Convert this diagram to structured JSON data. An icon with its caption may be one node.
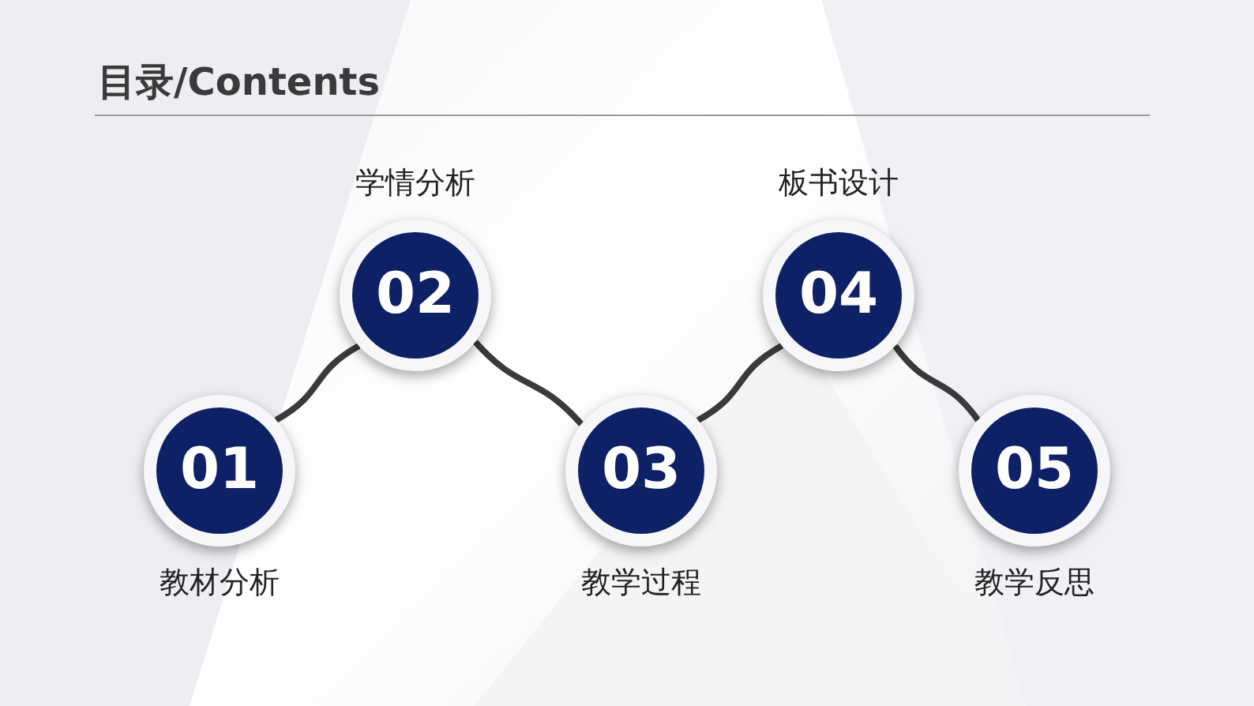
{
  "diagram": {
    "title": "目录/Contents",
    "nodes": [
      {
        "text": [
          "01"
        ],
        "beside": [
          "教材分析"
        ]
      },
      {
        "text": [
          "02"
        ],
        "beside": [
          "学情分析"
        ]
      },
      {
        "text": [
          "03"
        ],
        "beside": [
          "教学过程"
        ]
      },
      {
        "text": [
          "04"
        ],
        "beside": [
          "板书设计"
        ]
      },
      {
        "text": [
          "05"
        ],
        "beside": [
          "教学反思"
        ]
      }
    ],
    "edges": [
      {
        "from": 0,
        "to": 1,
        "arrow": "none"
      },
      {
        "from": 1,
        "to": 2,
        "arrow": "none"
      },
      {
        "from": 2,
        "to": 3,
        "arrow": "none"
      },
      {
        "from": 3,
        "to": 4,
        "arrow": "none"
      }
    ]
  }
}
